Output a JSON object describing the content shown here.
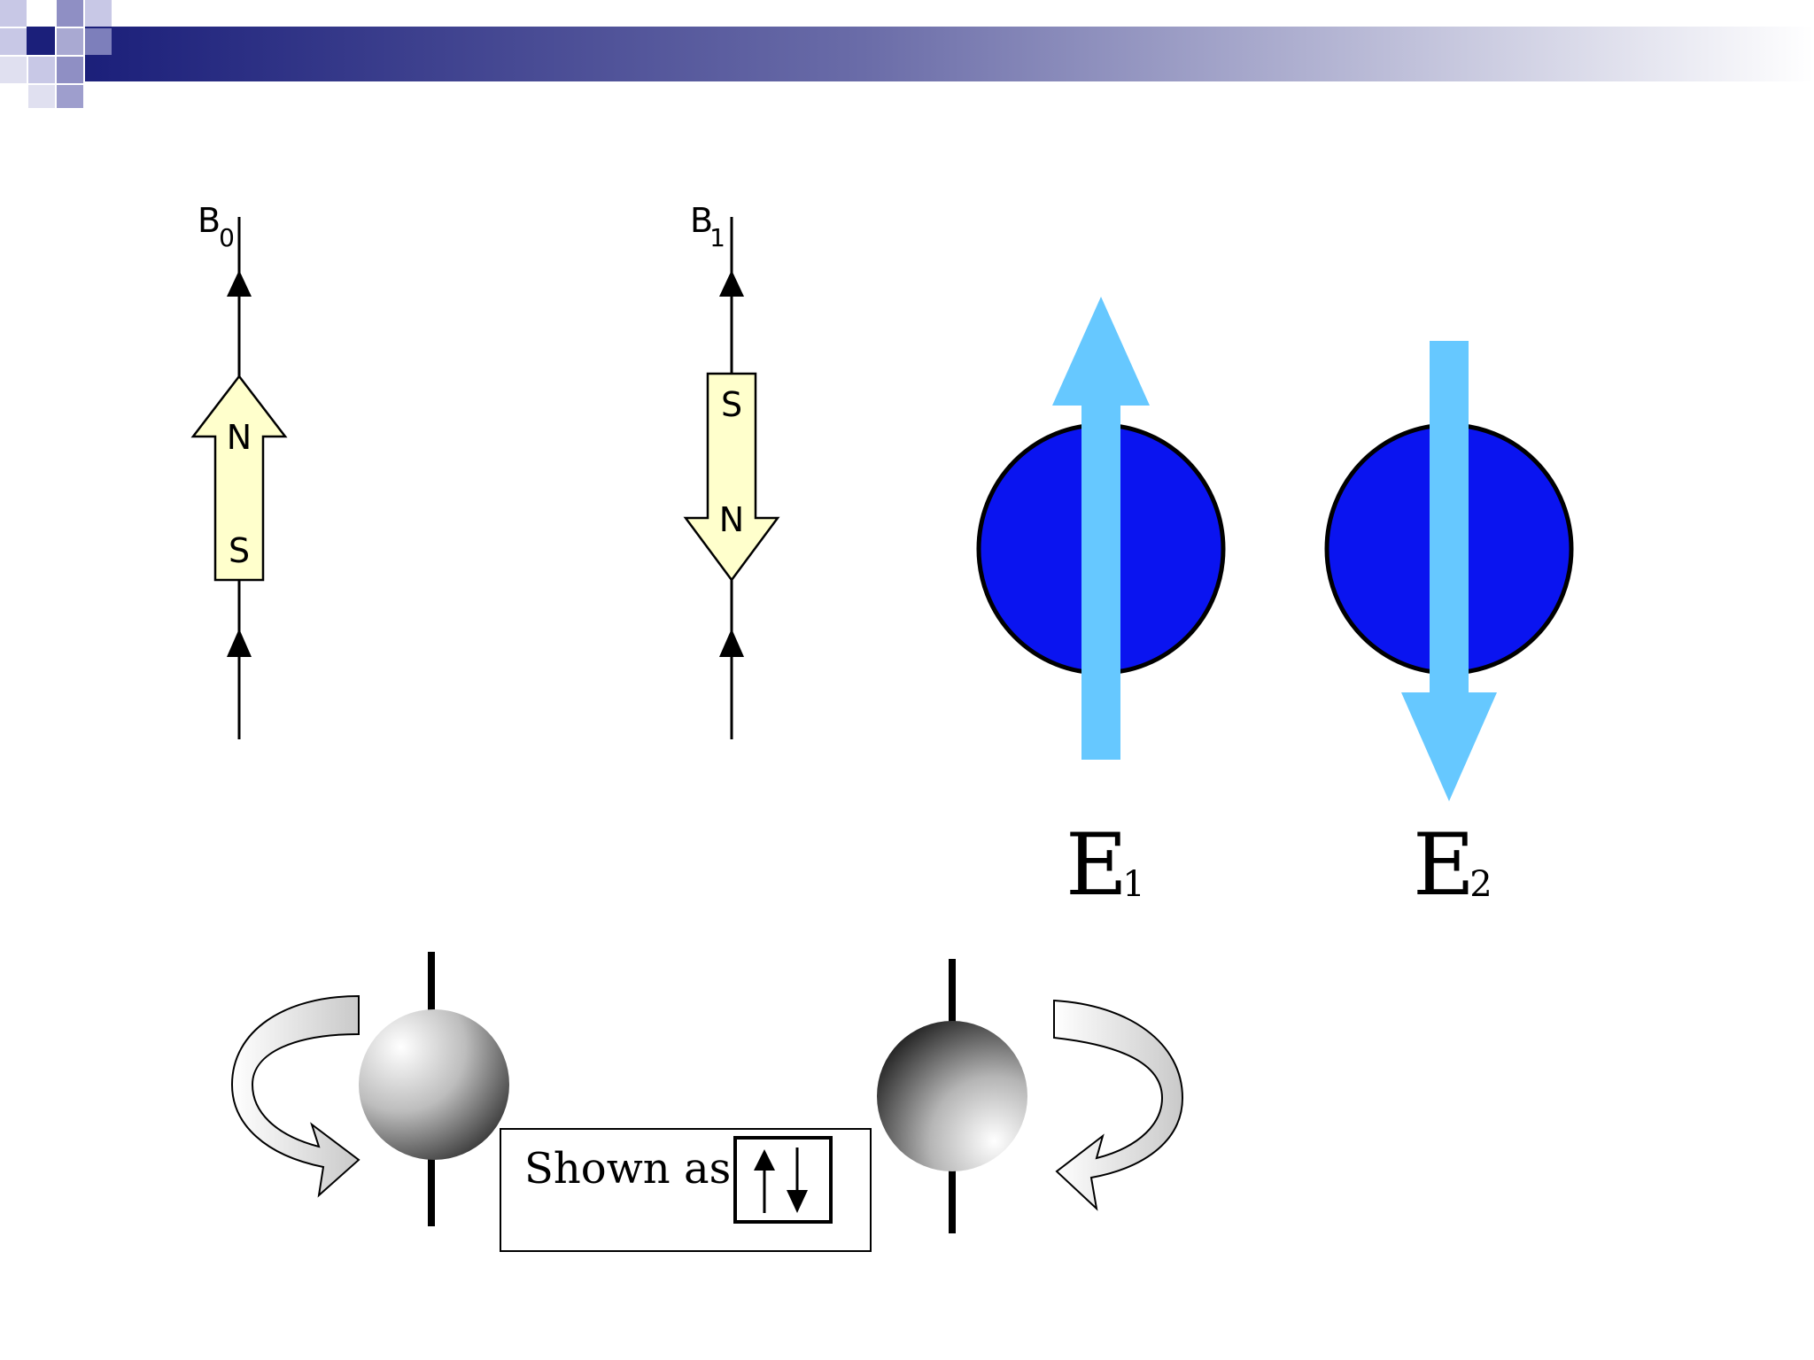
{
  "colors": {
    "background": "#ffffff",
    "header_bar_start": "#1b1f7a",
    "magnet_fill": "#ffffcc",
    "ball_fill": "#0a14f0",
    "spin_arrow": "#66c8ff",
    "line": "#000000"
  },
  "magnets": [
    {
      "field_label": "B",
      "field_sub": "0",
      "top_pole": "N",
      "bottom_pole": "S",
      "direction": "up"
    },
    {
      "field_label": "B",
      "field_sub": "1",
      "top_pole": "S",
      "bottom_pole": "N",
      "direction": "down"
    }
  ],
  "spin_states": [
    {
      "label": "E",
      "sub": "1",
      "direction": "up"
    },
    {
      "label": "E",
      "sub": "2",
      "direction": "down"
    }
  ],
  "legend": {
    "text": "Shown as",
    "icon": "up-down-arrows-icon"
  },
  "icons": {
    "header": "decorative-squares-icon",
    "rotation_left": "curved-arrow-clockwise-icon",
    "rotation_right": "curved-arrow-counterclockwise-icon"
  }
}
